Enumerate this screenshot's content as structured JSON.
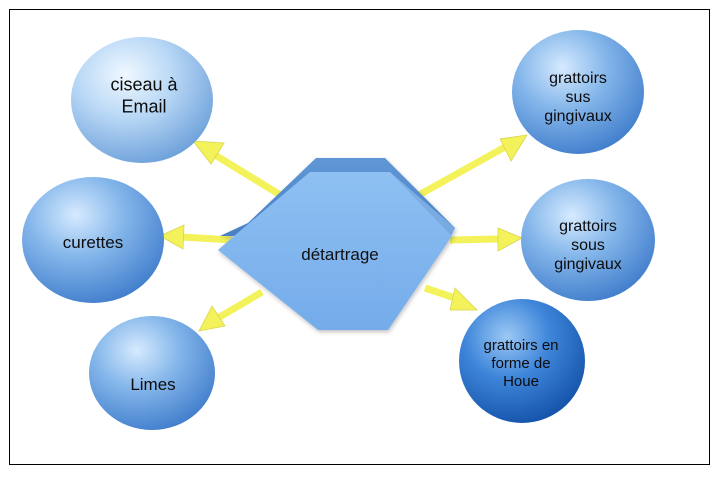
{
  "center": {
    "label": "détartrage"
  },
  "nodes": [
    {
      "id": "ciseau",
      "label": "ciseau à\nEmail"
    },
    {
      "id": "curettes",
      "label": "curettes"
    },
    {
      "id": "limes",
      "label": "Limes"
    },
    {
      "id": "sus",
      "label": "grattoirs\nsus\ngingivaux"
    },
    {
      "id": "sous",
      "label": "grattoirs\nsous\ngingivaux"
    },
    {
      "id": "houe",
      "label": "grattoirs en\nforme de\nHoue"
    }
  ],
  "colors": {
    "arrow": "#f3f25a",
    "diamond_face": "#7eb4ee",
    "diamond_edge": "#4d86c9",
    "sphere_light": "#b9d8f6",
    "sphere_mid": "#7fb2e6",
    "sphere_dark": "#2f76cf"
  }
}
